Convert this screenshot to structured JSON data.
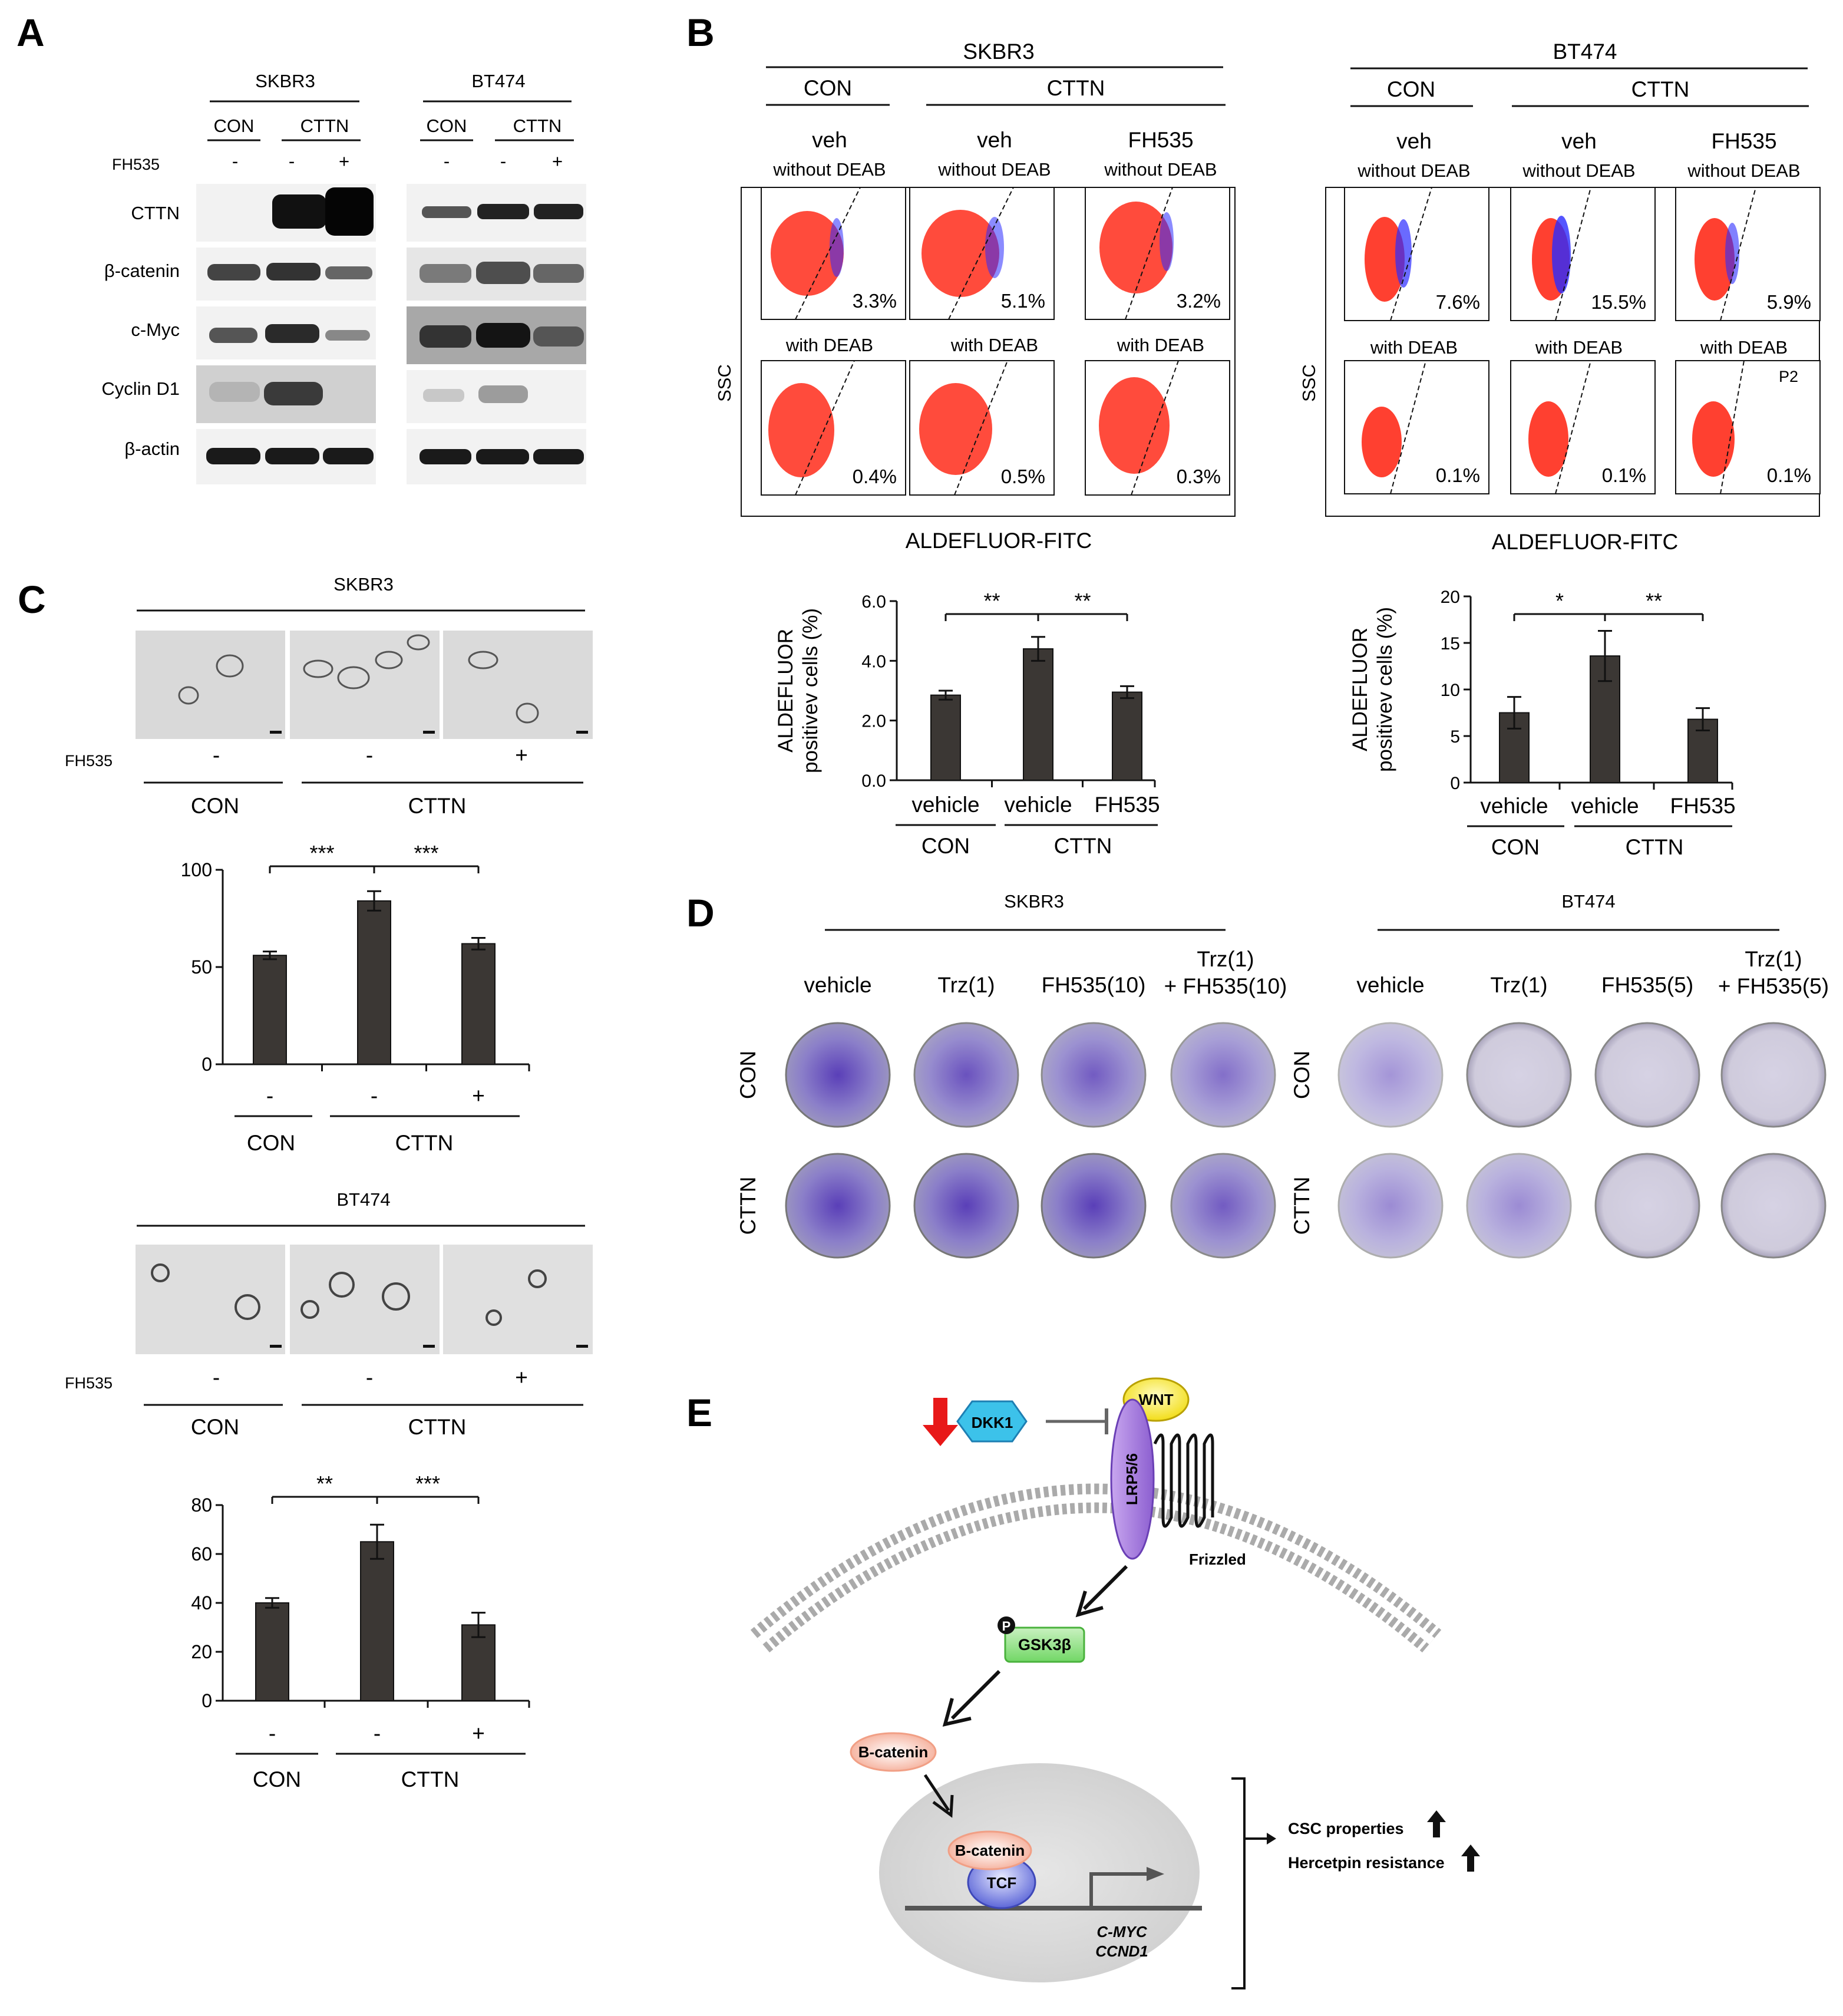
{
  "panels": {
    "a": "A",
    "b": "B",
    "c": "C",
    "d": "D",
    "e": "E"
  },
  "panelA": {
    "cell_lines": [
      "SKBR3",
      "BT474"
    ],
    "groups": [
      "CON",
      "CTTN"
    ],
    "treatment_label": "FH535",
    "lane_signs": [
      "-",
      "-",
      "+"
    ],
    "proteins": [
      "CTTN",
      "β-catenin",
      "c-Myc",
      "Cyclin D1",
      "β-actin"
    ]
  },
  "panelB": {
    "cell_lines": [
      "SKBR3",
      "BT474"
    ],
    "groups": [
      "CON",
      "CTTN"
    ],
    "col_treatments": [
      "veh",
      "veh",
      "FH535"
    ],
    "row_top": "without DEAB",
    "row_bottom": "with DEAB",
    "y_label": "SSC",
    "x_label": "ALDEFLUOR-FITC",
    "percent_skbr3_without": [
      "3.3%",
      "5.1%",
      "3.2%"
    ],
    "percent_skbr3_with": [
      "0.4%",
      "0.5%",
      "0.3%"
    ],
    "percent_bt474_without": [
      "7.6%",
      "15.5%",
      "5.9%"
    ],
    "percent_bt474_with": [
      "0.1%",
      "0.1%",
      "0.1%"
    ],
    "gate_label": "P2"
  },
  "panelC": {
    "cell_lines": [
      "SKBR3",
      "BT474"
    ],
    "treatment_label": "FH535",
    "lane_signs": [
      "-",
      "-",
      "+"
    ],
    "groups": [
      "CON",
      "CTTN"
    ]
  },
  "panelD": {
    "cell_lines": [
      "SKBR3",
      "BT474"
    ],
    "skbr3_treatments": [
      "vehicle",
      "Trz(1)",
      "FH535(10)",
      "Trz(1)",
      "+ FH535(10)"
    ],
    "bt474_treatments": [
      "vehicle",
      "Trz(1)",
      "FH535(5)",
      "Trz(1)",
      "+ FH535(5)"
    ],
    "rows": [
      "CON",
      "CTTN"
    ]
  },
  "panelE": {
    "dkk1": "DKK1",
    "wnt": "WNT",
    "lrp": "LRP5/6",
    "frizzled": "Frizzled",
    "phospho": "P",
    "gsk": "GSK3β",
    "bcat": "B-catenin",
    "tcf": "TCF",
    "genes": [
      "C-MYC",
      "CCND1"
    ],
    "outcomes": [
      "CSC properties",
      "Hercetpin resistance"
    ]
  },
  "chart_data": [
    {
      "id": "B-SKBR3",
      "type": "bar",
      "categories": [
        "vehicle",
        "vehicle",
        "FH535"
      ],
      "groups": [
        "CON",
        "CTTN"
      ],
      "values": [
        2.85,
        4.4,
        2.95
      ],
      "errors": [
        0.15,
        0.4,
        0.2
      ],
      "ylabel_lines": [
        "ALDEFLUOR",
        "positivev cells (%)"
      ],
      "ylim": [
        0,
        6
      ],
      "yticks": [
        "0.0",
        "2.0",
        "4.0",
        "6.0"
      ],
      "significance": [
        "**",
        "**"
      ]
    },
    {
      "id": "B-BT474",
      "type": "bar",
      "categories": [
        "vehicle",
        "vehicle",
        "FH535"
      ],
      "groups": [
        "CON",
        "CTTN"
      ],
      "values": [
        7.5,
        13.6,
        6.8
      ],
      "errors": [
        1.7,
        2.7,
        1.2
      ],
      "ylabel_lines": [
        "ALDEFLUOR",
        "positivev cells (%)"
      ],
      "ylim": [
        0,
        20
      ],
      "yticks": [
        "0",
        "5",
        "10",
        "15",
        "20"
      ],
      "significance": [
        "*",
        "**"
      ]
    },
    {
      "id": "C-SKBR3",
      "type": "bar",
      "categories": [
        "-",
        "-",
        "+"
      ],
      "groups": [
        "CON",
        "CTTN"
      ],
      "values": [
        56,
        84,
        62
      ],
      "errors": [
        2,
        5,
        3
      ],
      "ylim": [
        0,
        100
      ],
      "yticks": [
        "0",
        "50",
        "100"
      ],
      "significance": [
        "***",
        "***"
      ]
    },
    {
      "id": "C-BT474",
      "type": "bar",
      "categories": [
        "-",
        "-",
        "+"
      ],
      "groups": [
        "CON",
        "CTTN"
      ],
      "values": [
        40,
        65,
        31
      ],
      "errors": [
        2,
        7,
        5
      ],
      "ylim": [
        0,
        80
      ],
      "yticks": [
        "0",
        "20",
        "40",
        "60",
        "80"
      ],
      "significance": [
        "**",
        "***"
      ]
    }
  ]
}
